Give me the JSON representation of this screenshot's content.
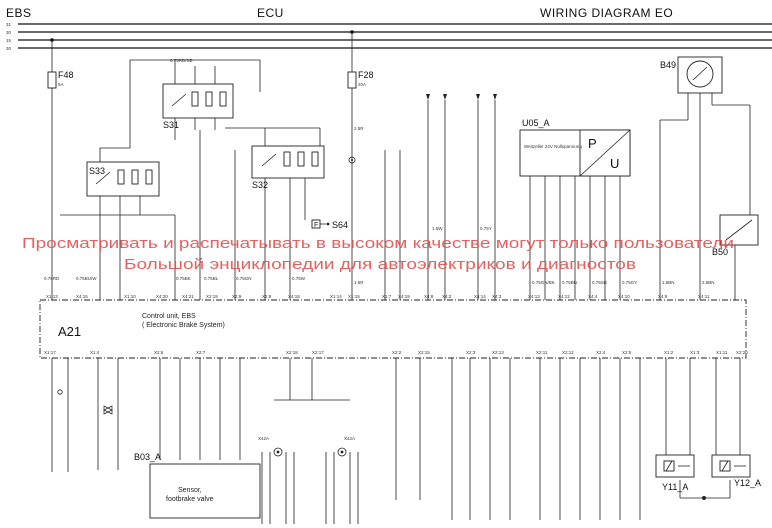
{
  "header": {
    "left": "EBS",
    "center": "ECU",
    "right": "WIRING DIAGRAM EO"
  },
  "bus_labels": [
    "31",
    "30",
    "15",
    "30"
  ],
  "fuses": [
    {
      "id": "F48",
      "rating": "5A"
    },
    {
      "id": "F28",
      "rating": "20A"
    }
  ],
  "components": {
    "s31": "S31",
    "s32": "S32",
    "s33": "S33",
    "s64": "S64",
    "f_mark": "F",
    "b49": "B49",
    "b50": "B50",
    "u05": "U05_A",
    "u05_desc": "Weitzeller 24V Nullspannung",
    "u05_p": "P",
    "u05_u": "U",
    "a21": "A21",
    "a21_desc1": "Control unit, EBS",
    "a21_desc2": "( Electronic Brake System)",
    "b03": "B03_A",
    "b03_desc1": "Sensor,",
    "b03_desc2": "footbrake valve",
    "y11": "Y11_A",
    "y12": "Y12_A",
    "x42a": "X42A",
    "x42b": "X42A"
  },
  "watermark": {
    "line1": "Просматривать и распечатывать в высоком качестве могут только пользователи",
    "line2": "Большой энциклопедии для автоэлектриков и диагностов"
  },
  "connector_labels": [
    "X1:13",
    "X4:15",
    "X1:10",
    "X4:20",
    "X4:21",
    "X2:19",
    "X2:9",
    "X2:8",
    "X4:18",
    "X1:14",
    "X1:15",
    "X1:7",
    "X4:19",
    "X4:8",
    "X4:2",
    "X4:14",
    "X4:3",
    "X4:13",
    "X4:12",
    "X4:4",
    "X4:10",
    "X4:9",
    "X4:11"
  ],
  "lower_connector_labels": [
    "X1:17",
    "X1:4",
    "X2:6",
    "X2:7",
    "X2:18",
    "X2:17",
    "X2:2",
    "X2:15",
    "X2:3",
    "X2:13",
    "X2:11",
    "X2:12",
    "X2:4",
    "X2:5",
    "X1:2",
    "X1:3",
    "X1:11",
    "X2:20"
  ],
  "wire_codes": [
    "0.75RD",
    "0.75BU/W",
    "0.75BK",
    "0.75BL",
    "0.75GN",
    "0.75W",
    "0.75RD/SB",
    "2.5R",
    "1.5R",
    "1.5W",
    "0.75Y",
    "0.75GN/BK",
    "0.75BN",
    "0.75SB",
    "0.75GY",
    "1.5BN",
    "2.5BN"
  ]
}
